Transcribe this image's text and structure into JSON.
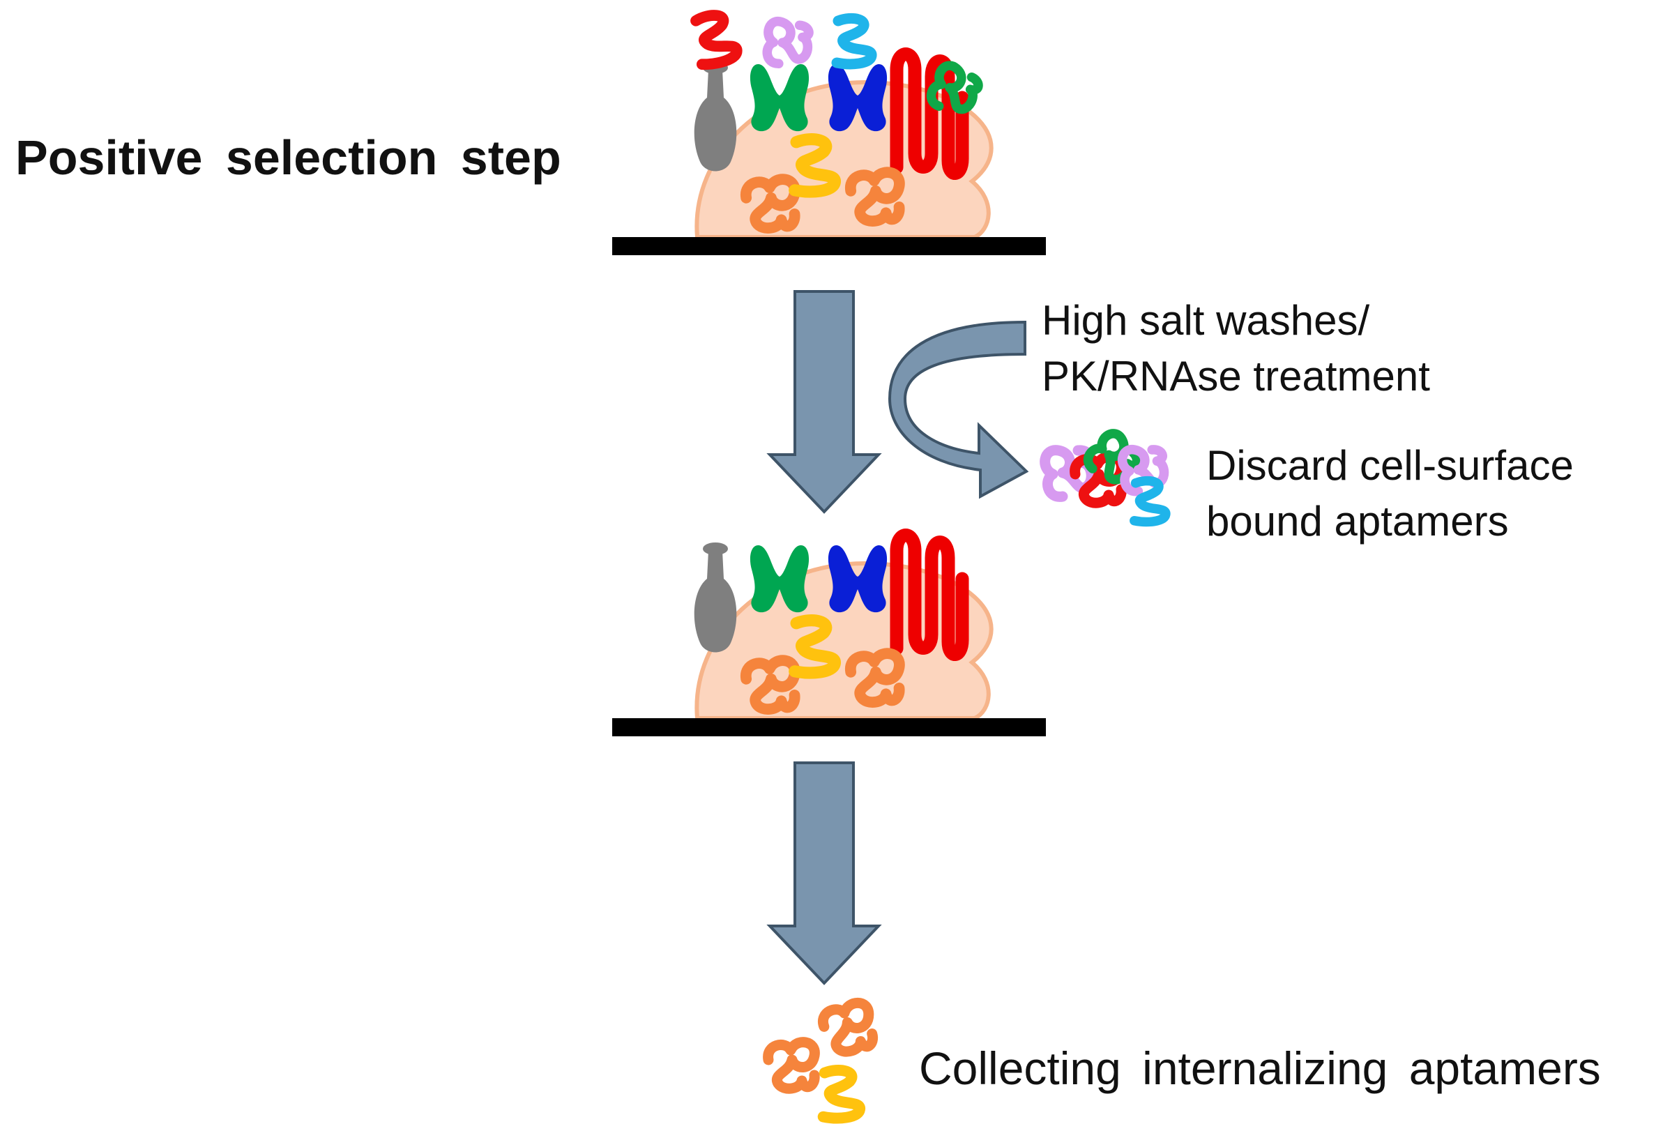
{
  "title": "Positive selection step",
  "wash_step": {
    "line1": "High salt washes/",
    "line2": "PK/RNAse treatment"
  },
  "discard_step": {
    "line1": "Discard cell-surface",
    "line2": "bound aptamers"
  },
  "collect_step": "Collecting internalizing aptamers",
  "colors": {
    "cell_fill": "#FCD5BE",
    "cell_outline": "#F6B48A",
    "surface_bar": "#000000",
    "arrow_fill": "#7A95AE",
    "arrow_outline": "#3E5468",
    "receptor_grey": "#7F7F7F",
    "receptor_green": "#00A651",
    "receptor_blue": "#0A1FD6",
    "receptor_red": "#EE0000",
    "aptamer_red": "#EE1111",
    "aptamer_violet": "#D79AF0",
    "aptamer_cyan": "#1FB4EA",
    "aptamer_green": "#10A848",
    "aptamer_orange": "#F5843C",
    "aptamer_yellow": "#FFC20E"
  }
}
